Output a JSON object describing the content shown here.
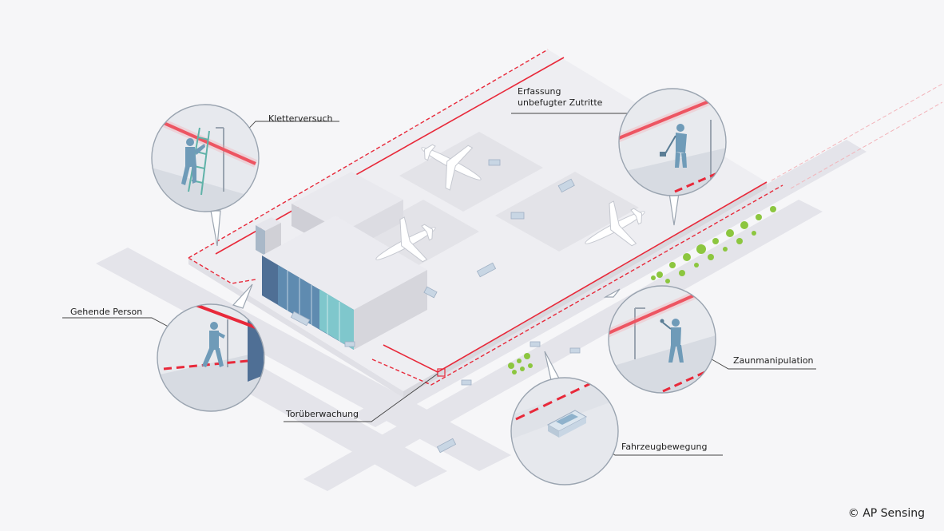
{
  "labels": {
    "climbing": "Kletterversuch",
    "intrusion_line1": "Erfassung",
    "intrusion_line2": "unbefugter Zutritte",
    "walking": "Gehende Person",
    "fence_manipulation": "Zaunmanipulation",
    "gate": "Torüberwachung",
    "vehicle": "Fahrzeugbewegung"
  },
  "copyright": "© AP Sensing",
  "colors": {
    "background": "#f6f6f8",
    "ground": "#ebebef",
    "building": "#dcdce2",
    "fence_sensor": "#e8293a",
    "figure": "#6f9bb8",
    "glass": "#7fc7cc",
    "trees": "#8cc63f",
    "callout_border": "#9aa4b0"
  },
  "icons": [
    "ladder-icon",
    "person-icon",
    "car-icon",
    "airplane-icon",
    "tree-icon"
  ]
}
